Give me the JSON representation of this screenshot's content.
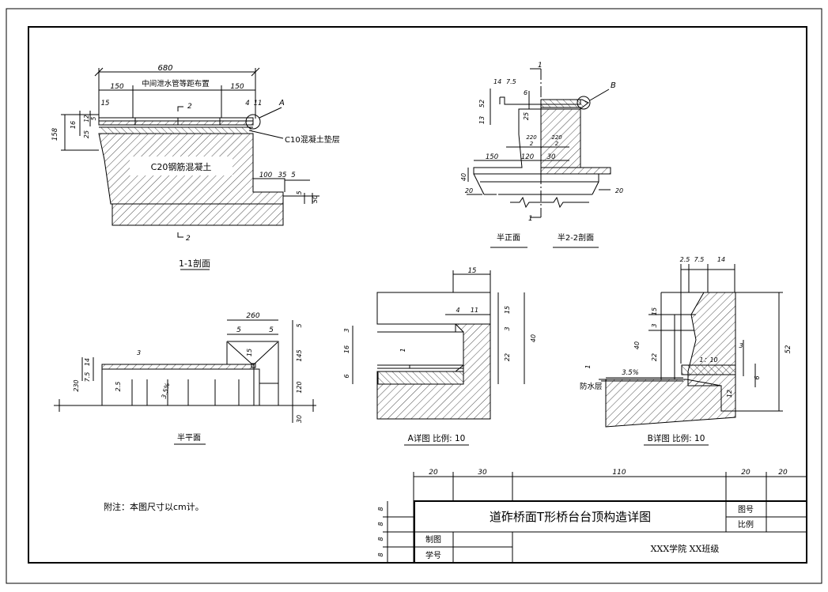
{
  "section_1_1": {
    "dim_total": "680",
    "dim_150_left": "150",
    "dim_150_right": "150",
    "drain_note": "中间泄水管等距布置",
    "dim_15": "15",
    "dim_4": "4",
    "dim_11": "11",
    "dim_2": "2",
    "dim_5": "5",
    "dim_12": "12",
    "dim_16": "16",
    "dim_25": "25",
    "dim_158": "158",
    "section_mark": "2",
    "detail_A": "A",
    "c10_label": "C10混凝土垫层",
    "c20_label": "C20钢筋混凝土",
    "dim_100": "100",
    "dim_35": "35",
    "dim_5b": "5",
    "dim_5c": "5",
    "dim_50": "50",
    "caption": "1-1剖面"
  },
  "half_elevation": {
    "dim_14": "14",
    "dim_7_5": "7.5",
    "dim_52": "52",
    "dim_6": "6",
    "dim_13": "13",
    "dim_25": "25",
    "dim_220a": "220",
    "dim_220b": "220",
    "dim_2a": "2",
    "dim_2b": "2",
    "dim_150": "150",
    "dim_120": "120",
    "dim_30": "30",
    "dim_40": "40",
    "dim_20l": "20",
    "dim_20r": "20",
    "cut_mark": "1",
    "detail_B": "B",
    "caption_left": "半正面",
    "caption_right": "半2-2剖面"
  },
  "half_plan": {
    "dim_260": "260",
    "dim_5a": "5",
    "dim_5b": "5",
    "dim_5c": "5",
    "dim_15": "15",
    "dim_3": "3",
    "dim_14": "14",
    "dim_7_5": "7.5",
    "dim_2_5": "2.5",
    "slope": "3.5%",
    "dim_145": "145",
    "dim_120": "120",
    "dim_30": "30",
    "dim_230": "230",
    "caption": "半平面"
  },
  "detail_A": {
    "dim_15a": "15",
    "dim_15b": "15",
    "dim_4": "4",
    "dim_11": "11",
    "dim_3a": "3",
    "dim_3b": "3",
    "dim_16": "16",
    "dim_1": "1",
    "dim_22": "22",
    "dim_40": "40",
    "dim_6": "6",
    "caption": "A详图 比例: 10"
  },
  "detail_B": {
    "dim_2_5": "2.5",
    "dim_7_5": "7.5",
    "dim_14": "14",
    "dim_15": "15",
    "dim_3a": "3",
    "dim_40": "40",
    "dim_22": "22",
    "dim_1": "1",
    "slope": "3.5%",
    "ratio": "1：10",
    "dim_3b": "3",
    "dim_6": "6",
    "dim_12": "12",
    "dim_52": "52",
    "waterproof": "防水层",
    "caption": "B详图 比例: 10"
  },
  "note": "附注：本图尺寸以cm计。",
  "title_block": {
    "col_20a": "20",
    "col_30": "30",
    "col_110": "110",
    "col_20b": "20",
    "col_20c": "20",
    "row_8a": "8",
    "row_8b": "8",
    "row_8c": "8",
    "row_8d": "8",
    "title": "道砟桥面T形桥台台顶构造详图",
    "drawing_no_label": "图号",
    "scale_label": "比例",
    "drawn_by": "制图",
    "student_no": "学号",
    "school": "XXX学院  XX班级"
  }
}
